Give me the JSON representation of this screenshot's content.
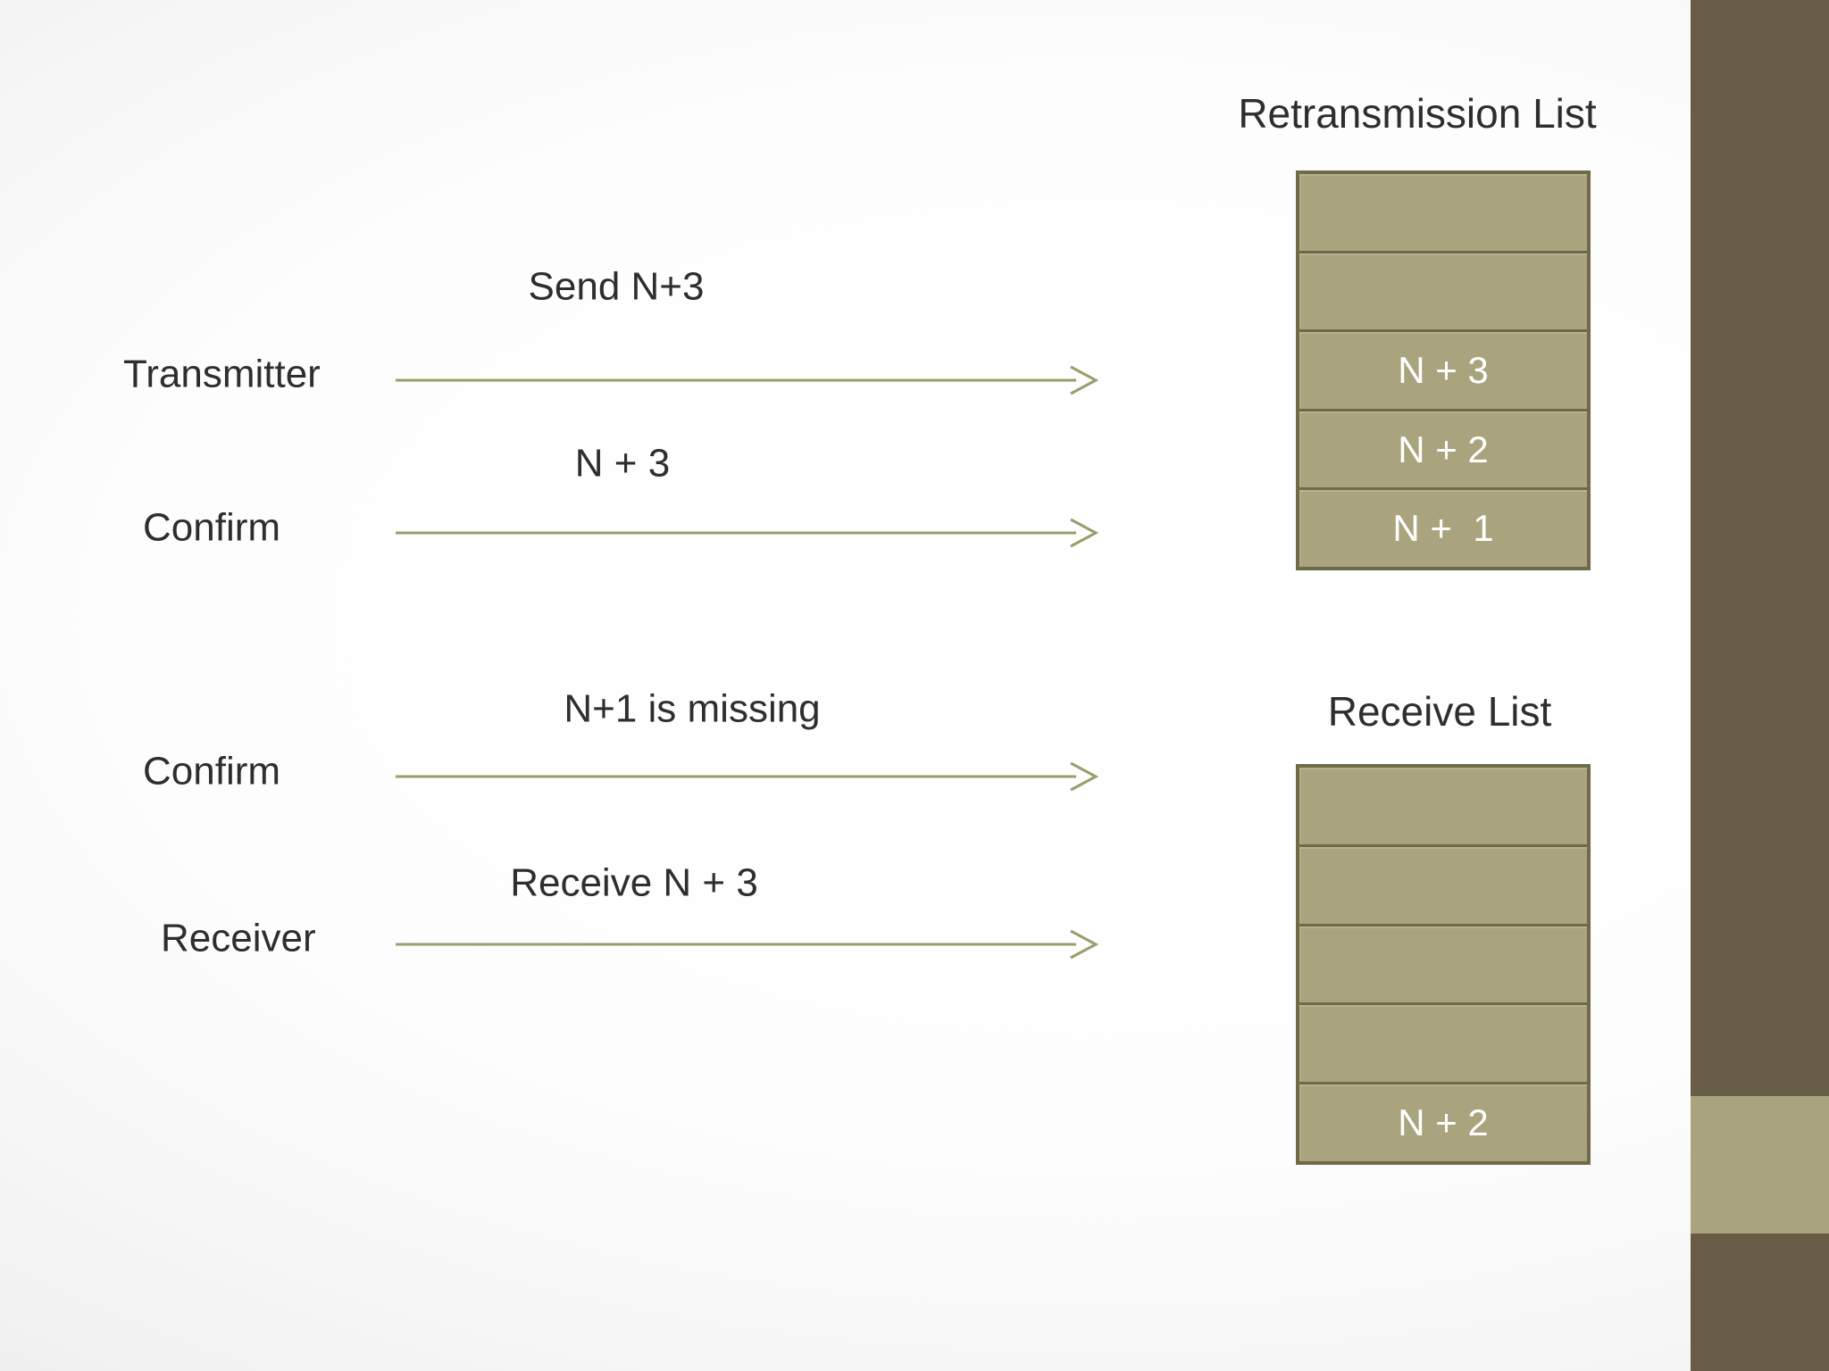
{
  "slide": {
    "sequence": {
      "rows": [
        {
          "label": "Transmitter",
          "message": "Send N+3"
        },
        {
          "label": "Confirm",
          "message": "N + 3"
        },
        {
          "label": "Confirm",
          "message": "N+1 is missing"
        },
        {
          "label": "Receiver",
          "message": "Receive N + 3"
        }
      ]
    },
    "retransmission_list": {
      "title": "Retransmission List",
      "cells": [
        "",
        "",
        "N + 3",
        "N + 2",
        "N +  1"
      ]
    },
    "receive_list": {
      "title": "Receive List",
      "cells": [
        "",
        "",
        "",
        "",
        "N + 2"
      ]
    },
    "colors": {
      "cell_fill": "#a9a47d",
      "cell_border": "#6f6b49",
      "cell_text": "#ffffff",
      "arrow": "#9c9c6c",
      "text": "#2e2e2e",
      "sidebar": "#675d47",
      "sidebar_accent": "#a9a47d"
    }
  }
}
